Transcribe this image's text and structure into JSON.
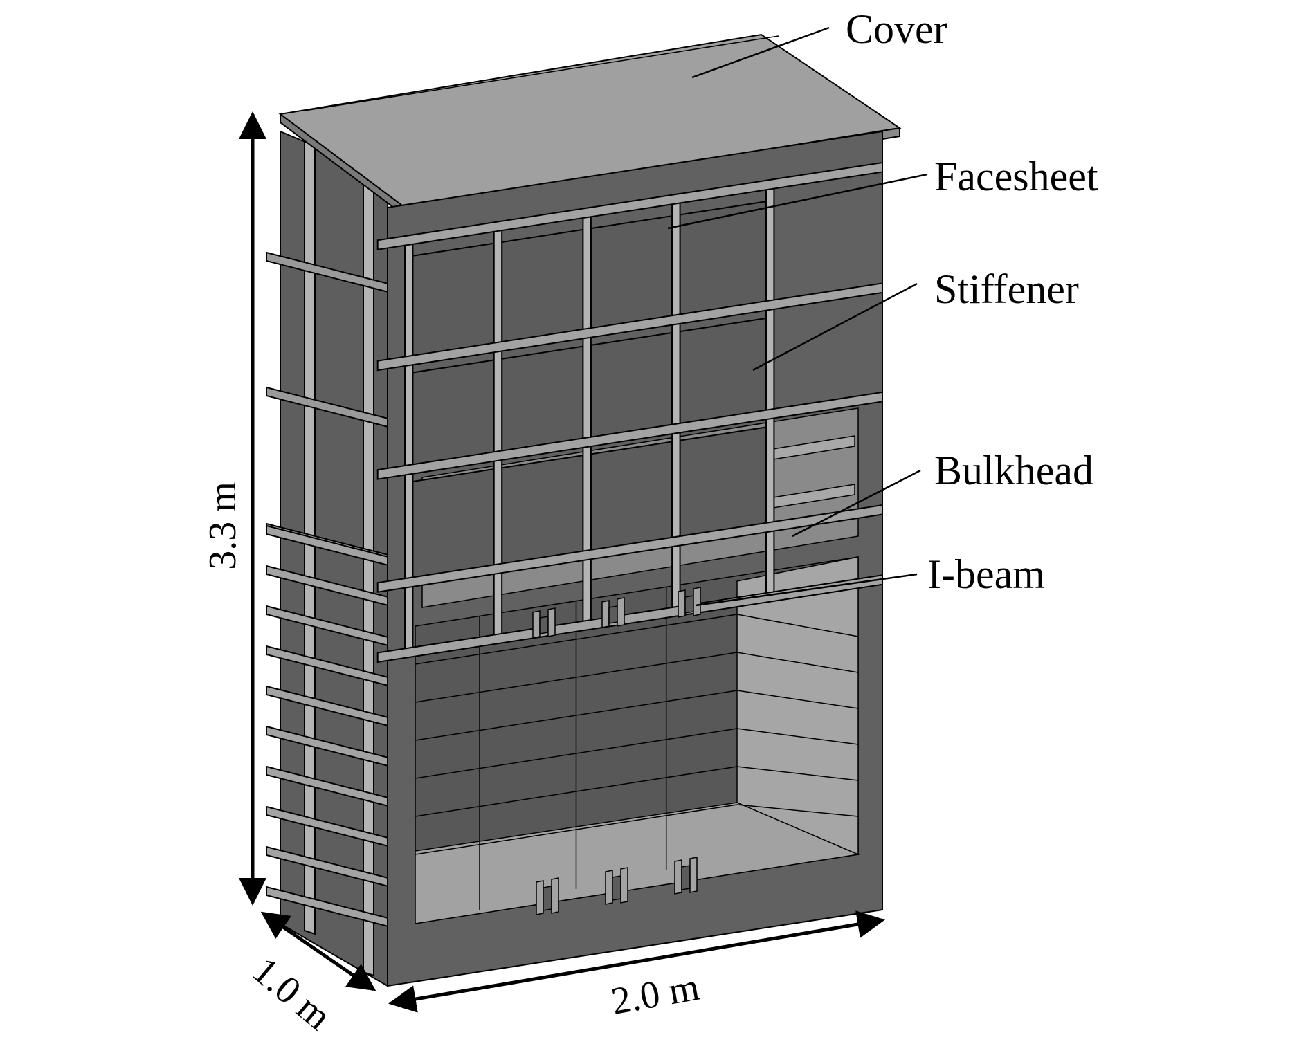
{
  "labels": {
    "cover": "Cover",
    "facesheet": "Facesheet",
    "stiffener": "Stiffener",
    "bulkhead": "Bulkhead",
    "ibeam": "I-beam"
  },
  "dimensions": {
    "height": "3.3 m",
    "depth": "1.0 m",
    "width": "2.0 m"
  },
  "colors": {
    "panel_dark": "#5c5c5c",
    "panel_mid": "#7a7a7a",
    "panel_light": "#a3a3a3",
    "stiffener": "#b4b4b4",
    "edge": "#000000"
  }
}
